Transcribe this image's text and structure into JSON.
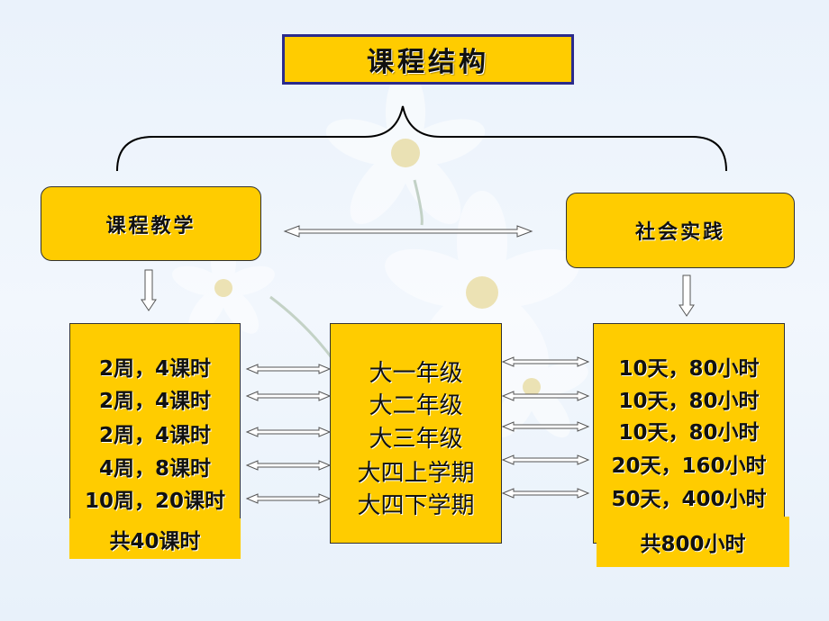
{
  "title": "课程结构",
  "left_branch": {
    "label": "课程教学",
    "items": [
      "2周，4课时",
      "2周，4课时",
      "2周，4课时",
      "4周，8课时",
      "10周，20课时"
    ],
    "total": "共40课时"
  },
  "middle": {
    "items": [
      "大一年级",
      "大二年级",
      "大三年级",
      "大四上学期",
      "大四下学期"
    ]
  },
  "right_branch": {
    "label": "社会实践",
    "items": [
      "10天，80小时",
      "10天，80小时",
      "10天，80小时",
      "20天，160小时",
      "50天，400小时"
    ],
    "total": "共800小时"
  },
  "colors": {
    "box_fill": "#ffcc00",
    "title_border": "#2b2b8c"
  }
}
